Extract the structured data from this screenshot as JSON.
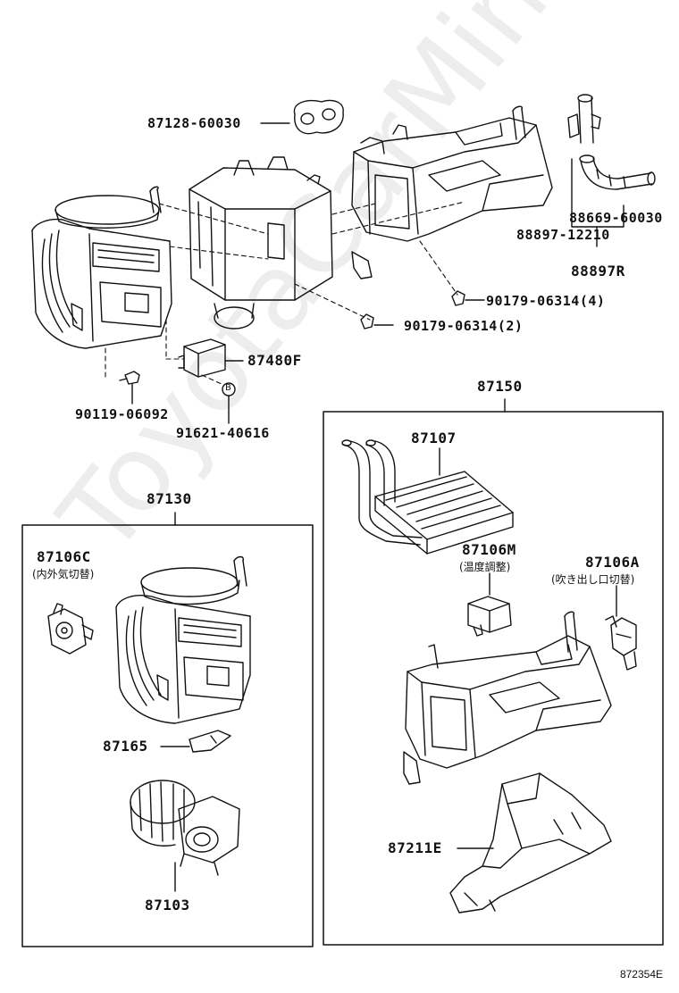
{
  "watermark": "ToyotaCarMine.ru",
  "figure_id": "872354E",
  "labels": {
    "p87128": "87128-60030",
    "p88669": "88669-60030",
    "p88897": "88897-12210",
    "p88897r": "88897R",
    "p90179_4": "90179-06314(4)",
    "p90179_2": "90179-06314(2)",
    "p87480f": "87480F",
    "p90119": "90119-06092",
    "p91621": "91621-40616",
    "note_b": "B",
    "p87150": "87150",
    "p87107": "87107",
    "p87130": "87130",
    "p87106c": "87106C",
    "p87106c_sub": "(内外気切替)",
    "p87106m": "87106M",
    "p87106m_sub": "(温度調整)",
    "p87106a": "87106A",
    "p87106a_sub": "(吹き出し口切替)",
    "p87165": "87165",
    "p87103": "87103",
    "p87211e": "87211E"
  }
}
